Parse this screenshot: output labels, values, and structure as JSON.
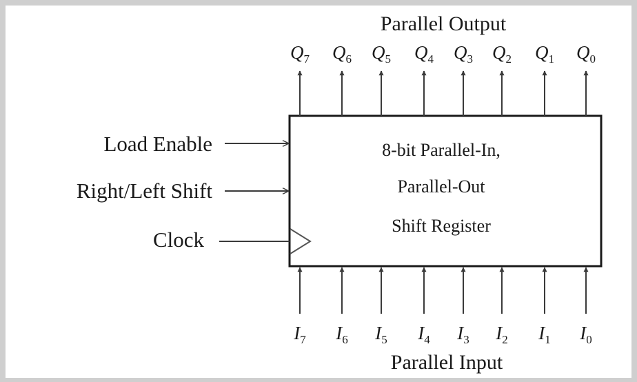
{
  "diagram": {
    "title_output": "Parallel Output",
    "title_input": "Parallel Input",
    "block": {
      "lines": [
        "8-bit Parallel-In,",
        "Parallel-Out",
        "Shift Register"
      ]
    },
    "controls": [
      "Load Enable",
      "Right/Left Shift",
      "Clock"
    ],
    "outputs": [
      {
        "name": "Q",
        "sub": "7"
      },
      {
        "name": "Q",
        "sub": "6"
      },
      {
        "name": "Q",
        "sub": "5"
      },
      {
        "name": "Q",
        "sub": "4"
      },
      {
        "name": "Q",
        "sub": "3"
      },
      {
        "name": "Q",
        "sub": "2"
      },
      {
        "name": "Q",
        "sub": "1"
      },
      {
        "name": "Q",
        "sub": "0"
      }
    ],
    "inputs": [
      {
        "name": "I",
        "sub": "7"
      },
      {
        "name": "I",
        "sub": "6"
      },
      {
        "name": "I",
        "sub": "5"
      },
      {
        "name": "I",
        "sub": "4"
      },
      {
        "name": "I",
        "sub": "3"
      },
      {
        "name": "I",
        "sub": "2"
      },
      {
        "name": "I",
        "sub": "1"
      },
      {
        "name": "I",
        "sub": "0"
      }
    ]
  },
  "colors": {
    "page_border": "#cfcfcf",
    "background": "#ffffff",
    "ink": "#1a1a1a",
    "wire": "#3a3a3a"
  }
}
